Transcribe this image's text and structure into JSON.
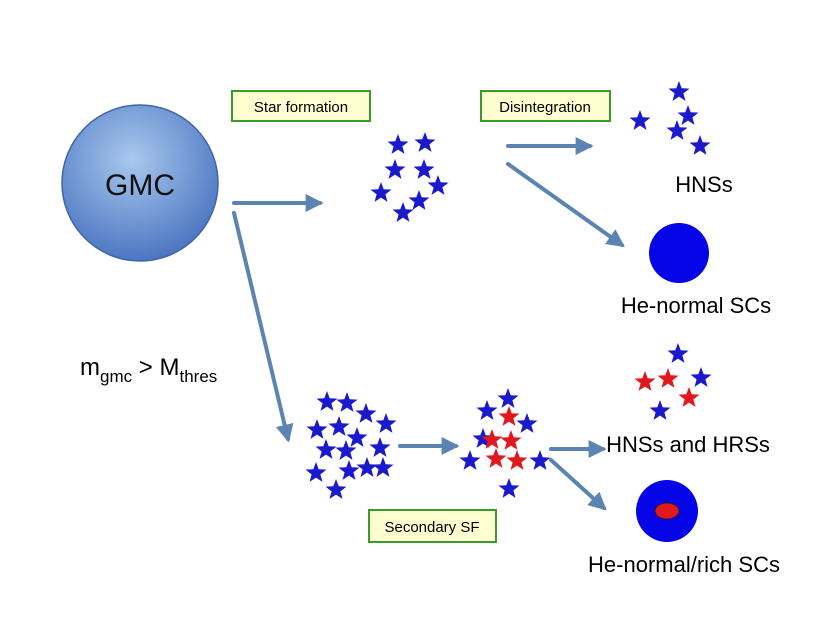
{
  "colors": {
    "blue_star": "#1a1acc",
    "red_star": "#e0191e",
    "arrow": "#5b84b3",
    "box_fill": "#fffed1",
    "box_border": "#3a9b2a",
    "cluster_blue": "#0505e8",
    "gmc_top": "#9bbce6",
    "gmc_bottom": "#4a76c3"
  },
  "gmc": {
    "label": "GMC"
  },
  "boxes": {
    "star_formation": "Star formation",
    "disintegration": "Disintegration",
    "secondary_sf": "Secondary SF"
  },
  "labels": {
    "hnss": "HNSs",
    "he_normal_scs": "He-normal SCs",
    "hnss_and_hrss": "HNSs and HRSs",
    "he_normal_rich_scs": "He-normal/rich SCs"
  },
  "condition": {
    "m": "m",
    "m_sub": "gmc",
    "op": " > ",
    "M": "M",
    "M_sub": "thres"
  },
  "icons": [
    "star-icon",
    "arrow-icon",
    "cluster-disk-icon"
  ]
}
